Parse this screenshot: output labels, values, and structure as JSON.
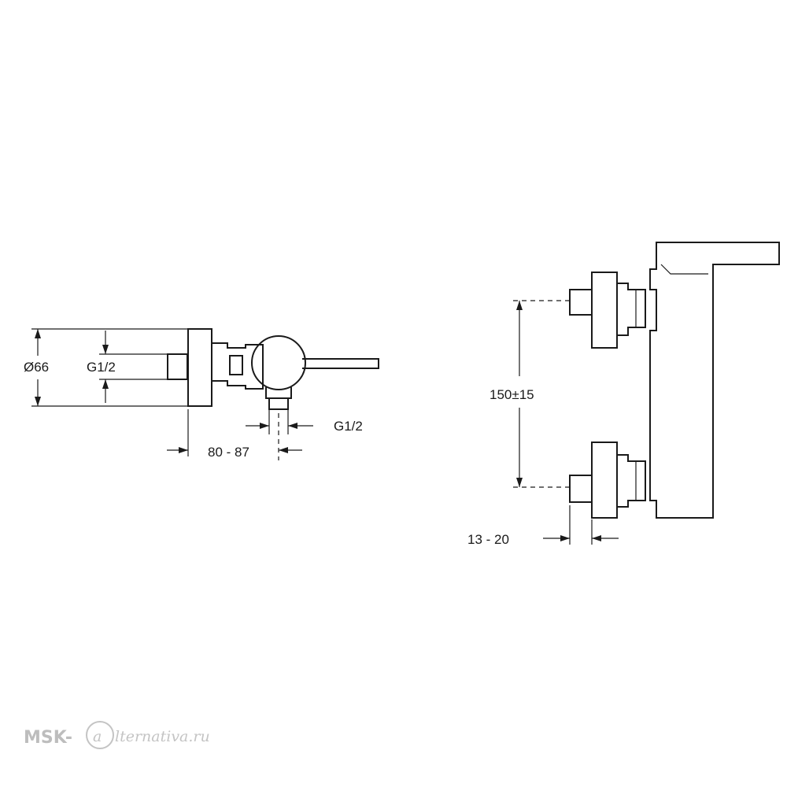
{
  "side_view": {
    "dimensions": {
      "diameter": "Ø66",
      "thread_left": "G1/2",
      "thread_outlet": "G1/2",
      "depth_range": "80 - 87"
    }
  },
  "front_view": {
    "dimensions": {
      "center_distance": "150±15",
      "offset_range": "13 - 20"
    }
  },
  "watermark": {
    "brand_prefix": "MSK-",
    "brand_suffix": "lternativa.ru"
  },
  "colors": {
    "line": "#1a1a1a",
    "watermark": "#bdbdbd"
  }
}
